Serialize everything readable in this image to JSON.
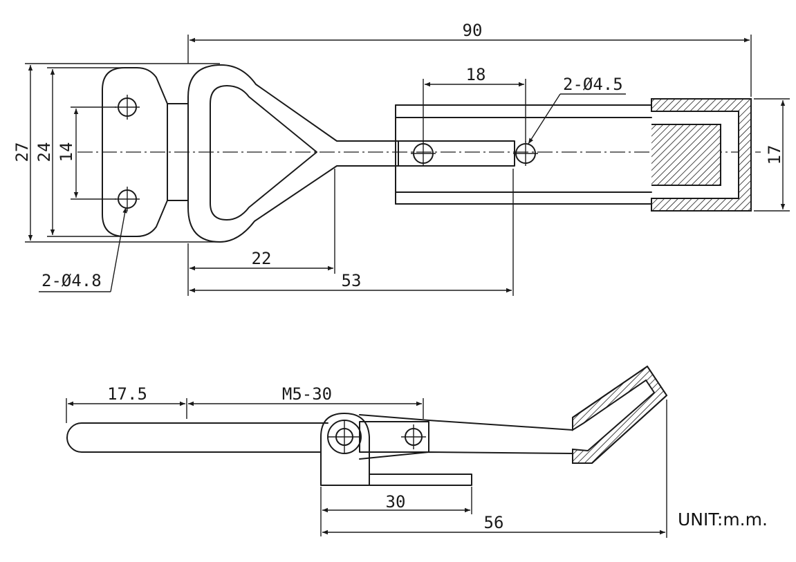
{
  "top_view": {
    "dim_overall_length": "90",
    "dim_hole_pitch": "18",
    "dim_hook_hole": "2-Ø4.5",
    "dim_outer_height": "27",
    "dim_plate_height": "24",
    "dim_mount_pitch": "14",
    "dim_hook_height": "17",
    "dim_mount_hole": "2-Ø4.8",
    "dim_loop_length": "22",
    "dim_bar_length": "53"
  },
  "side_view": {
    "dim_handle_offset": "17.5",
    "dim_screw": "M5-30",
    "dim_base_length": "30",
    "dim_total_length": "56"
  },
  "unit_label": "UNIT:m.m."
}
